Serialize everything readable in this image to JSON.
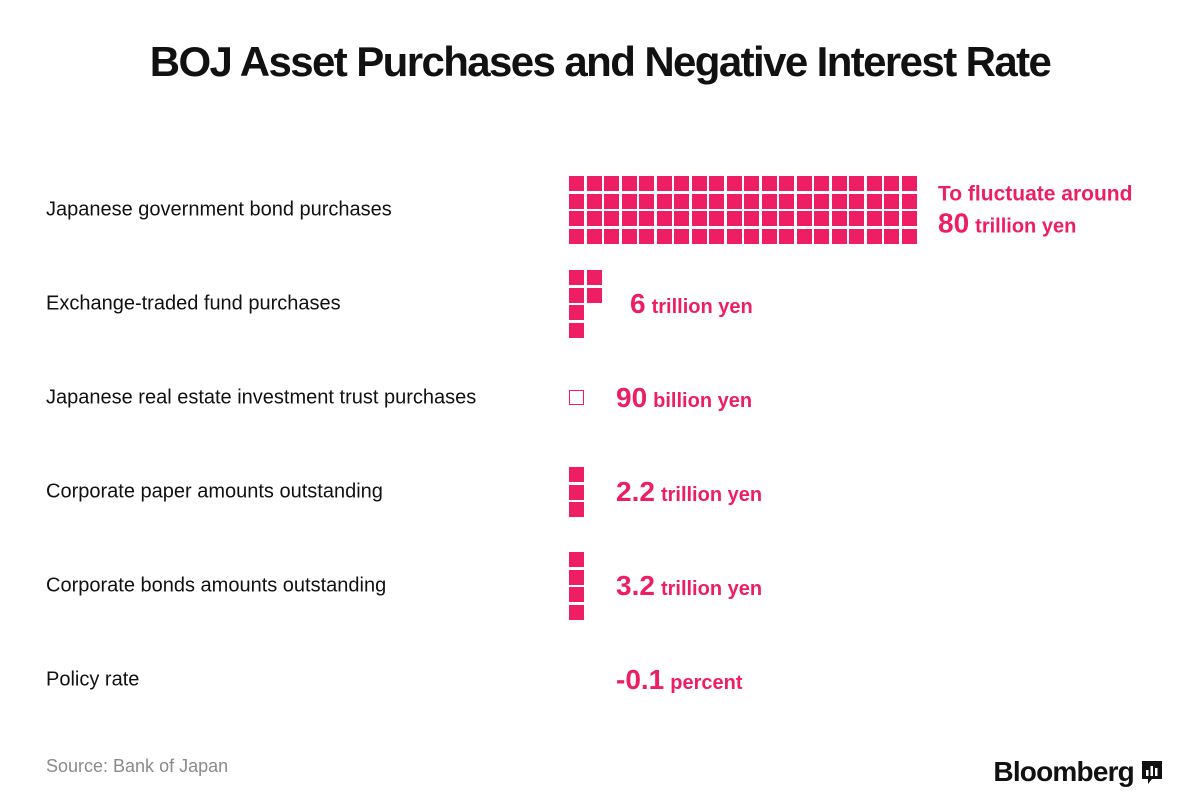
{
  "title": "BOJ Asset Purchases and Negative Interest Rate",
  "source": "Source: Bank of Japan",
  "brand": "Bloomberg",
  "colors": {
    "accent": "#ed1e64",
    "text": "#111111",
    "muted": "#8a8a8a"
  },
  "chart_data": {
    "type": "table",
    "title": "BOJ Asset Purchases and Negative Interest Rate",
    "rows": [
      {
        "label": "Japanese government bond purchases",
        "prefix": "To fluctuate around",
        "value": "80",
        "unit": "trillion yen",
        "squares": 80
      },
      {
        "label": "Exchange-traded fund purchases",
        "prefix": "",
        "value": "6",
        "unit": "trillion yen",
        "squares": 6
      },
      {
        "label": "Japanese real estate investment trust purchases",
        "prefix": "",
        "value": "90",
        "unit": "billion yen",
        "squares": 0.09
      },
      {
        "label": "Corporate paper amounts outstanding",
        "prefix": "",
        "value": "2.2",
        "unit": "trillion yen",
        "squares": 2.2
      },
      {
        "label": "Corporate bonds amounts outstanding",
        "prefix": "",
        "value": "3.2",
        "unit": "trillion yen",
        "squares": 3.2
      },
      {
        "label": "Policy rate",
        "prefix": "",
        "value": "-0.1",
        "unit": "percent",
        "squares": 0
      }
    ]
  }
}
